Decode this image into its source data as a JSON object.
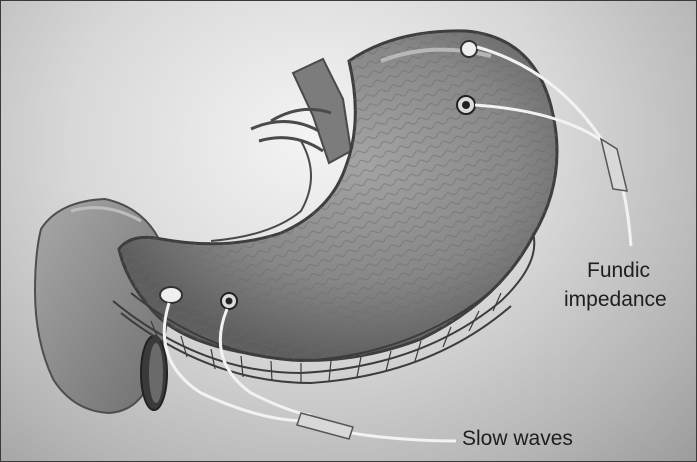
{
  "labels": {
    "fundic_line1": "Fundic",
    "fundic_line2": "impedance",
    "slow_waves": "Slow waves"
  },
  "colors": {
    "background": "#d4d4d4",
    "stomach": "#8a8a8a",
    "vessels": "#3c3c3c",
    "wires": "#f2f2f2",
    "text": "#1e1e1e"
  }
}
